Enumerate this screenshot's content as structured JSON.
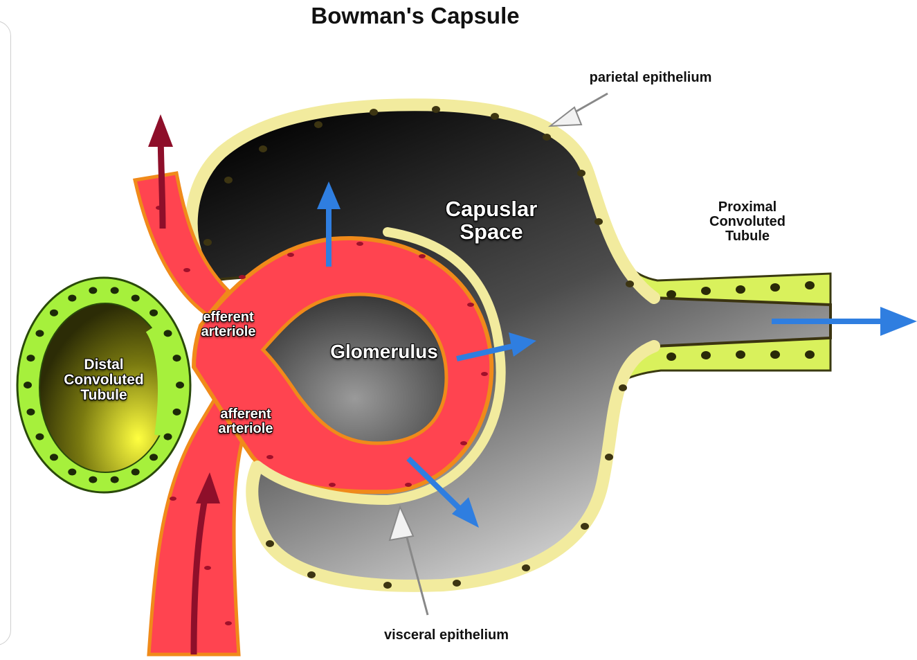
{
  "title": "Bowman's Capsule",
  "labels": {
    "parietal_epithelium": "parietal epithelium",
    "capsular_space": "Capuslar\nSpace",
    "proximal_tubule": "Proximal\nConvoluted\nTubule",
    "efferent_arteriole": "efferent\narteriole",
    "glomerulus": "Glomerulus",
    "distal_tubule": "Distal\nConvoluted\nTubule",
    "afferent_arteriole": "afferent\narteriole",
    "visceral_epithelium": "visceral epithelium"
  },
  "colors": {
    "vessel": "#ff4450",
    "vessel_border": "#f08a1a",
    "epithelium": "#f2eb9e",
    "tubule_cell": "#a6f03c",
    "blood_arrow": "#8e0f2a",
    "filtrate_arrow": "#2f7ee0",
    "pointer_arrow": "#f2f2f2"
  }
}
